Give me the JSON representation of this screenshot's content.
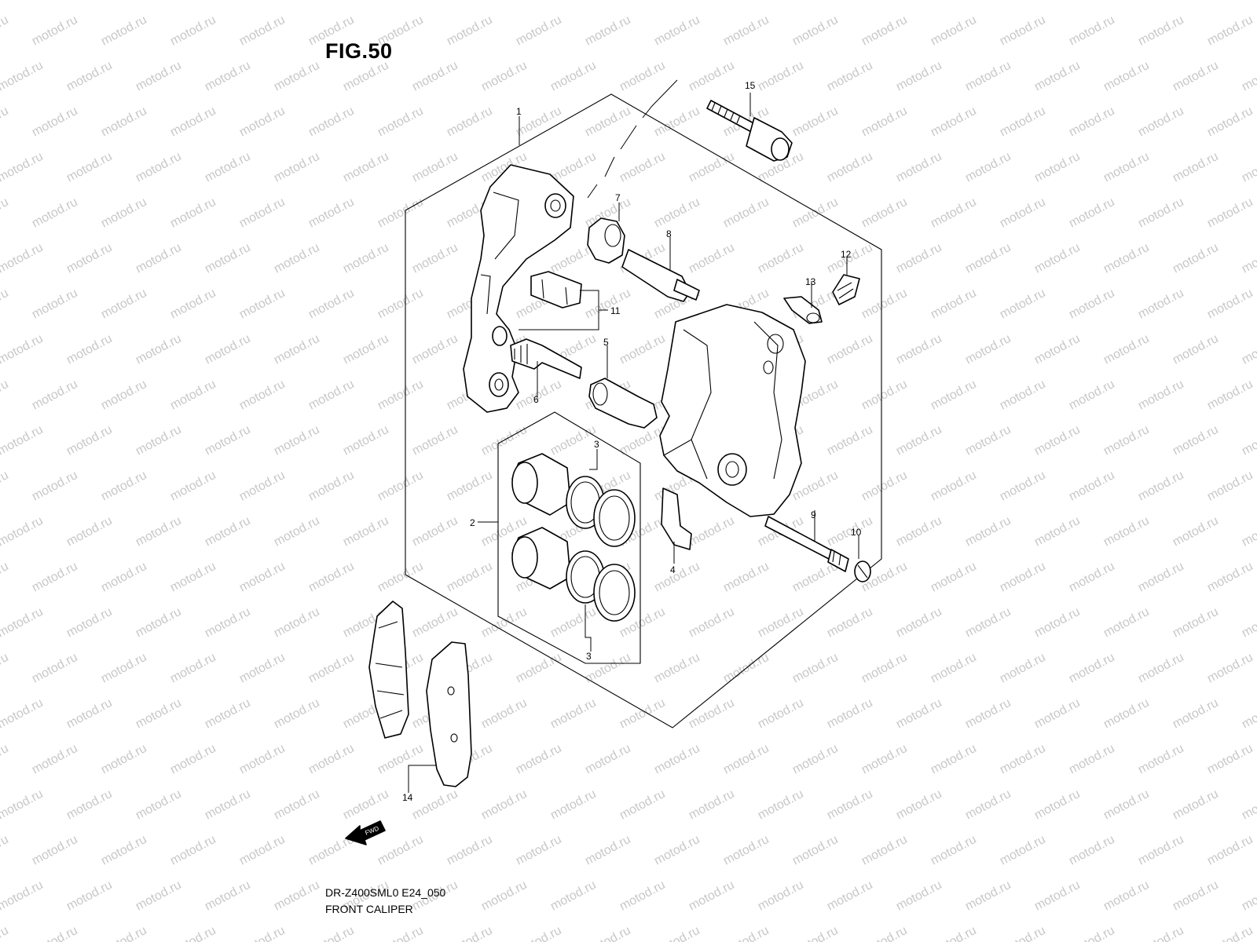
{
  "figure": {
    "title": "FIG.50",
    "model_code": "DR-Z400SML0 E24_050",
    "section_name": "FRONT CALIPER"
  },
  "watermark": {
    "text": "motod.ru",
    "color": "#c8c8c8"
  },
  "fwd_arrow": {
    "label": "FWD"
  },
  "callouts": [
    {
      "id": "c1",
      "label": "1"
    },
    {
      "id": "c2",
      "label": "2"
    },
    {
      "id": "c3a",
      "label": "3"
    },
    {
      "id": "c3b",
      "label": "3"
    },
    {
      "id": "c4",
      "label": "4"
    },
    {
      "id": "c5",
      "label": "5"
    },
    {
      "id": "c6",
      "label": "6"
    },
    {
      "id": "c7",
      "label": "7"
    },
    {
      "id": "c8",
      "label": "8"
    },
    {
      "id": "c9",
      "label": "9"
    },
    {
      "id": "c10",
      "label": "10"
    },
    {
      "id": "c11",
      "label": "11"
    },
    {
      "id": "c12",
      "label": "12"
    },
    {
      "id": "c13",
      "label": "13"
    },
    {
      "id": "c14",
      "label": "14"
    },
    {
      "id": "c15",
      "label": "15"
    }
  ]
}
